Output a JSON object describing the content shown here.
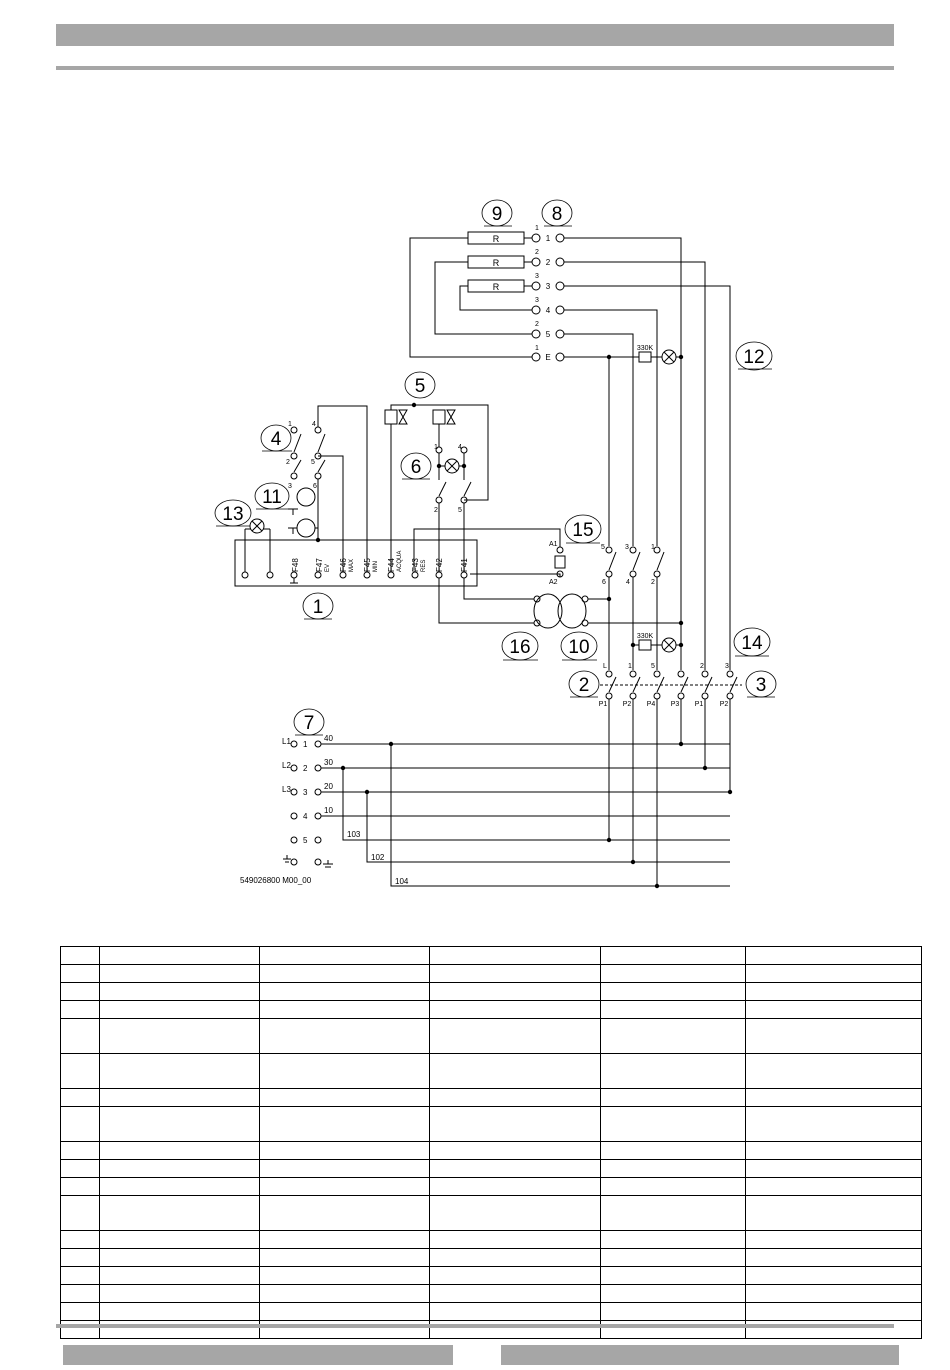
{
  "diagram": {
    "callouts": [
      "1",
      "2",
      "3",
      "4",
      "5",
      "6",
      "7",
      "8",
      "9",
      "10",
      "11",
      "12",
      "13",
      "14",
      "15",
      "16"
    ],
    "resistor_label": "R",
    "resistor_value": "330K",
    "drawing_code": "549026800  M00_00",
    "terminal_8": [
      "1",
      "2",
      "3",
      "4",
      "5",
      "E"
    ],
    "terminal_9": [
      "1",
      "2",
      "3",
      "3",
      "2",
      "1"
    ],
    "board_pins": [
      "F48",
      "F47",
      "F46",
      "F45",
      "F44",
      "F43",
      "F42",
      "F41"
    ],
    "board_pin_notes": [
      "",
      "EV",
      "MAX",
      "MIN",
      "ACQUA",
      "RES",
      "",
      ""
    ],
    "relay_pins": [
      "A1",
      "A2"
    ],
    "terminal_7_left": [
      "L1",
      "L2",
      "L3"
    ],
    "terminal_7_mid": [
      "1",
      "2",
      "3",
      "4",
      "5"
    ],
    "terminal_7_wires": [
      "40",
      "30",
      "20",
      "10"
    ],
    "bus_labels": [
      "103",
      "102",
      "104"
    ],
    "contactor_2": [
      "P1",
      "P2",
      "P4",
      "P3"
    ],
    "contactor_3": [
      "P1",
      "P2"
    ],
    "contactor_top": [
      "L",
      "1",
      "5",
      "2",
      "3"
    ]
  },
  "legend": {
    "row_count": 18,
    "tall_rows": [
      4,
      5,
      7,
      11
    ]
  }
}
